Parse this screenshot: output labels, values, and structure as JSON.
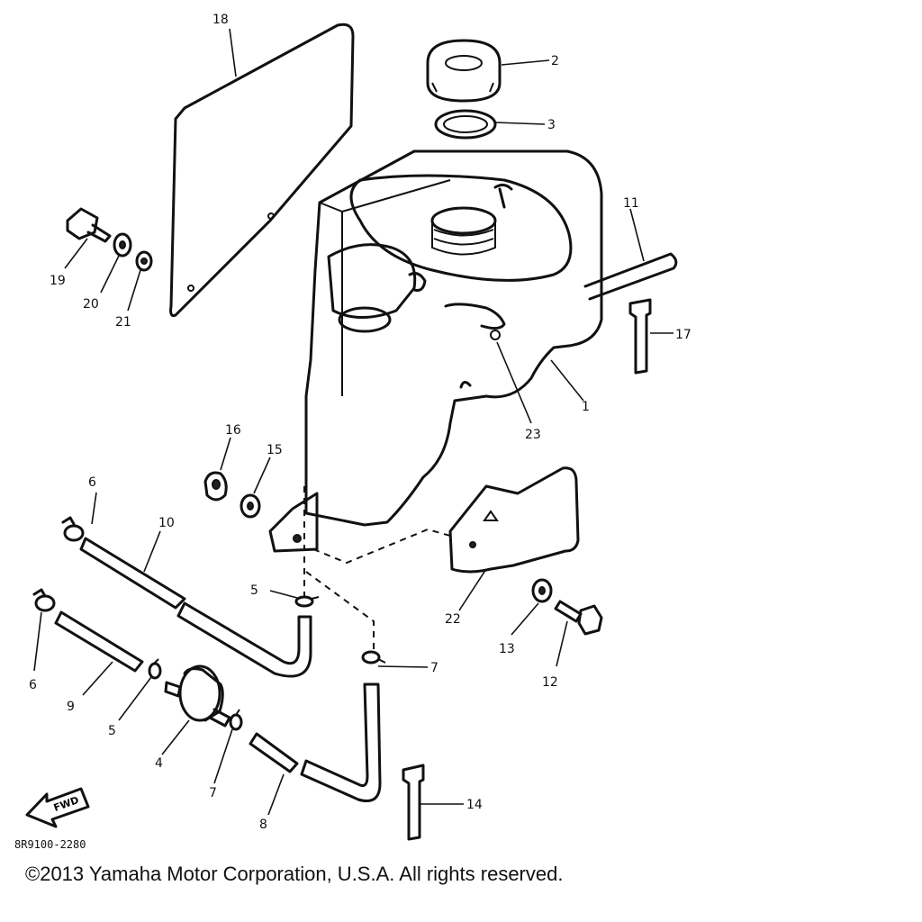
{
  "diagram_code": "8R9100-2280",
  "fwd_label": "FWD",
  "copyright": "©2013 Yamaha Motor Corporation, U.S.A. All rights reserved.",
  "callouts": {
    "c1": "1",
    "c2": "2",
    "c3": "3",
    "c4": "4",
    "c5a": "5",
    "c5b": "5",
    "c6a": "6",
    "c6b": "6",
    "c7a": "7",
    "c7b": "7",
    "c8": "8",
    "c9": "9",
    "c10": "10",
    "c11": "11",
    "c12": "12",
    "c13": "13",
    "c14": "14",
    "c15": "15",
    "c16": "16",
    "c17": "17",
    "c18": "18",
    "c19": "19",
    "c20": "20",
    "c21": "21",
    "c22": "22",
    "c23": "23"
  }
}
